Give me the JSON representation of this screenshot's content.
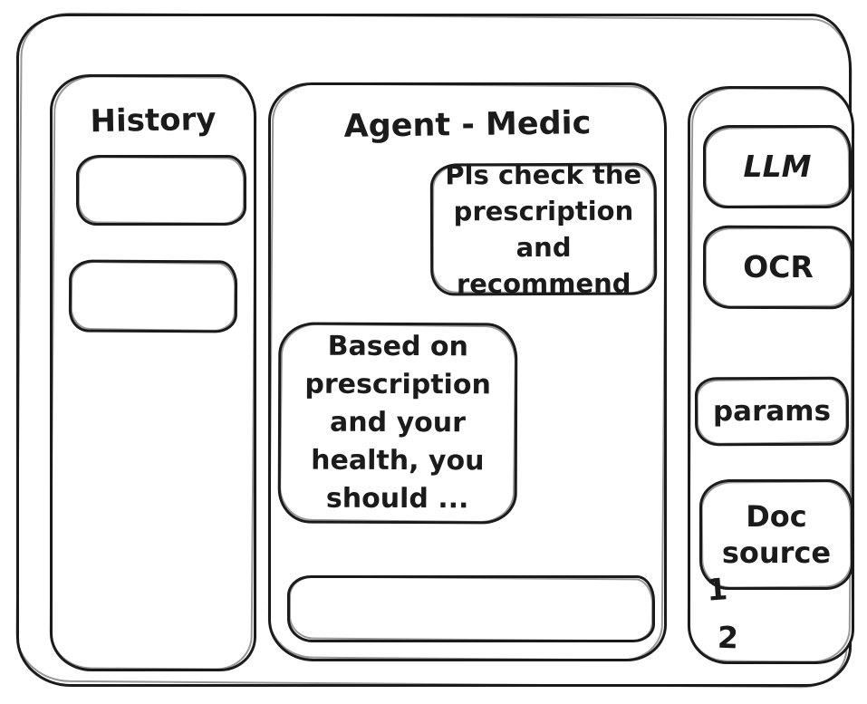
{
  "history": {
    "title": "History",
    "items": [
      "",
      ""
    ]
  },
  "chat": {
    "title": "Agent - Medic",
    "messages": [
      {
        "role": "user",
        "text": "Pls check the prescription and recommend"
      },
      {
        "role": "assistant",
        "text": "Based on prescription and your health, you should ..."
      }
    ],
    "input_value": ""
  },
  "tools": {
    "buttons": [
      {
        "label": "LLM"
      },
      {
        "label": "OCR"
      },
      {
        "label": "params"
      },
      {
        "label": "Doc source"
      }
    ],
    "doc_items": [
      "1",
      "2"
    ]
  },
  "colors": {
    "ink": "#1b1b1b",
    "background": "#ffffff"
  }
}
